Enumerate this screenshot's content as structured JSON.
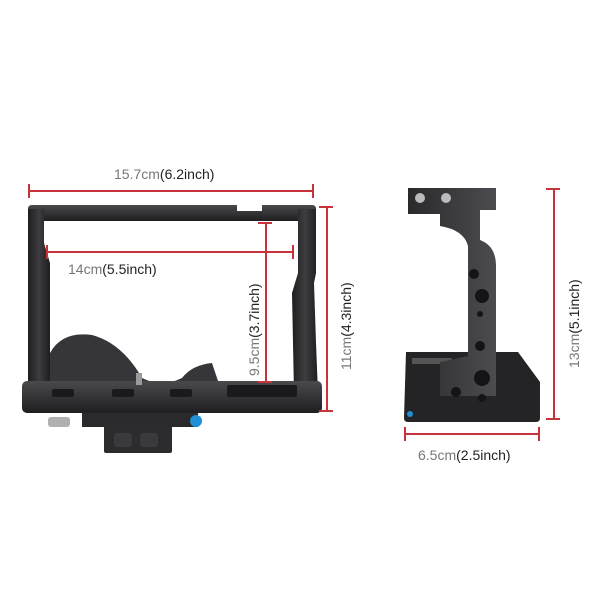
{
  "product": {
    "views": [
      "front-view",
      "side-view"
    ]
  },
  "dimensions": {
    "front_width": {
      "cm": "15.7cm",
      "inch": "(6.2inch)"
    },
    "front_inner_width": {
      "cm": "14cm",
      "inch": "(5.5inch)"
    },
    "front_inner_height": {
      "cm": "9.5cm",
      "inch": "(3.7inch)"
    },
    "front_height": {
      "cm": "11cm",
      "inch": "(4.3inch)"
    },
    "side_height": {
      "cm": "13cm",
      "inch": "(5.1inch)"
    },
    "side_depth": {
      "cm": "6.5cm",
      "inch": "(2.5inch)"
    }
  },
  "colors": {
    "dimension_line": "#c8323a",
    "cage_body": "#2e2e30",
    "cage_highlight": "#4a4a4d",
    "accent_blue": "#1f8fd6",
    "metric_text": "#777777",
    "imperial_text": "#222222"
  }
}
